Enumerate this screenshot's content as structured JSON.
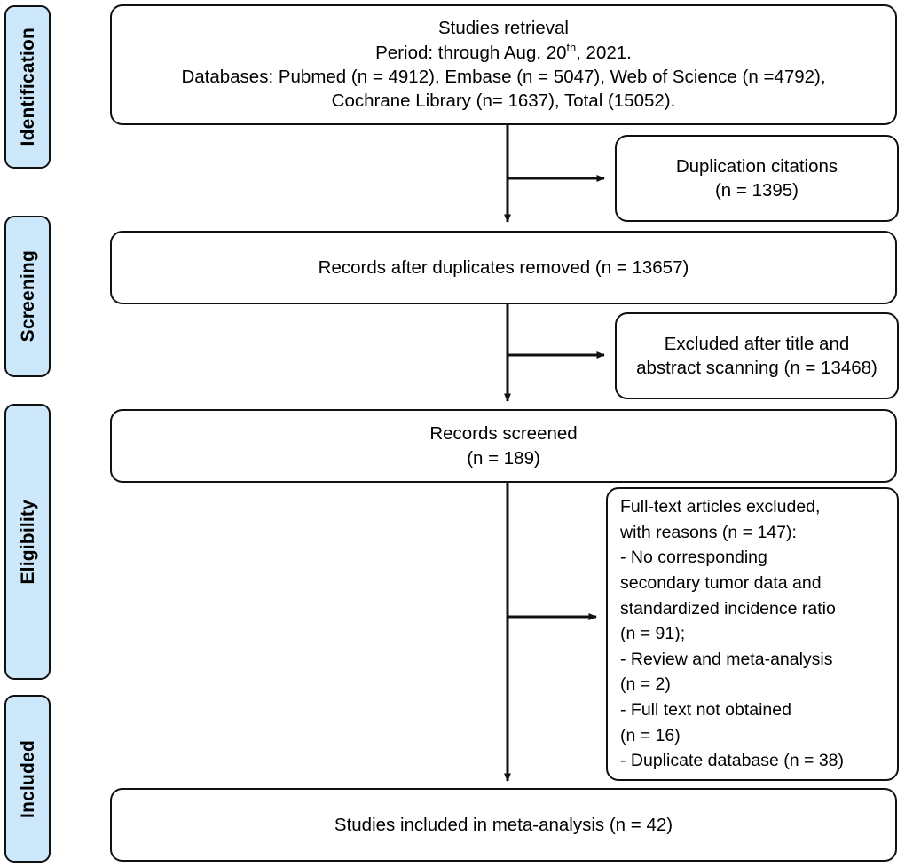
{
  "diagram": {
    "title": "PRISMA study selection flow diagram",
    "type": "flowchart",
    "accent_color": "#cce8fa",
    "line_color": "#111111",
    "background": "#ffffff"
  },
  "stages": [
    {
      "id": "identification",
      "label": "Identification"
    },
    {
      "id": "screening",
      "label": "Screening"
    },
    {
      "id": "eligibility",
      "label": "Eligibility"
    },
    {
      "id": "included",
      "label": "Included"
    }
  ],
  "nodes": {
    "retrieval": {
      "line1": "Studies retrieval",
      "line2_prefix": "Period: through Aug. 20",
      "line2_sup": "th",
      "line2_suffix": ", 2021.",
      "line3": "Databases: Pubmed (n = 4912), Embase (n = 5047), Web of Science (n =4792),",
      "line4": "Cochrane Library (n= 1637), Total (15052)."
    },
    "duplication": {
      "text": "Duplication citations\n(n = 1395)"
    },
    "after_duplicates": {
      "text": "Records after duplicates removed (n = 13657)"
    },
    "excluded_title_abstract": {
      "text": "Excluded after title and\nabstract scanning (n = 13468)"
    },
    "records_screened": {
      "text": "Records screened\n(n = 189)"
    },
    "fulltext_excluded": {
      "text": "Full-text articles excluded,\nwith reasons (n = 147):\n- No corresponding\nsecondary tumor data and\nstandardized incidence ratio\n(n = 91);\n- Review and meta-analysis\n(n = 2)\n- Full text not obtained\n(n = 16)\n- Duplicate database (n = 38)"
    },
    "included_studies": {
      "text": "Studies included in meta-analysis (n = 42)"
    }
  },
  "counts": {
    "pubmed": 4912,
    "embase": 5047,
    "web_of_science": 4792,
    "cochrane_library": 1637,
    "total_retrieved": 15052,
    "duplicate_citations": 1395,
    "after_duplicates_removed": 13657,
    "excluded_title_abstract": 13468,
    "records_screened": 189,
    "fulltext_excluded_total": 147,
    "reason_no_corresponding_data": 91,
    "reason_review_meta_analysis": 2,
    "reason_full_text_not_obtained": 16,
    "reason_duplicate_database": 38,
    "studies_included": 42
  }
}
